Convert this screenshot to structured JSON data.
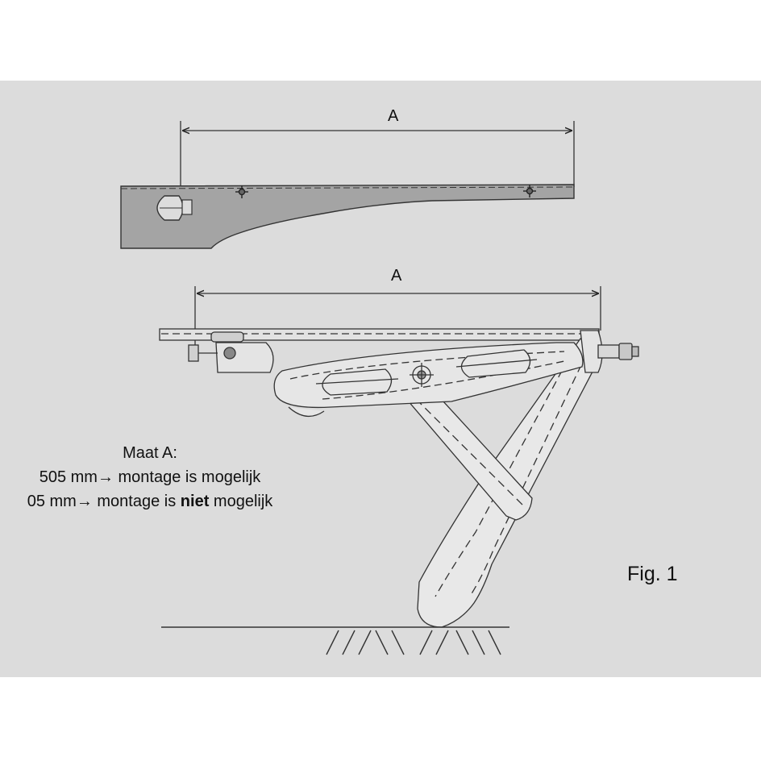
{
  "labels": {
    "dimension_top": "A",
    "dimension_bottom": "A",
    "figure_label": "Fig. 1"
  },
  "note": {
    "heading": "Maat A:",
    "line1": "505 mm→ montage is mogelijk",
    "line2_prefix": "05 mm→ montage is ",
    "line2_emphasis": "niet",
    "line2_suffix": " mogelijk"
  },
  "colors": {
    "panel": "#dcdcdc",
    "bracket_fill": "#a4a4a4",
    "line": "#333333"
  }
}
